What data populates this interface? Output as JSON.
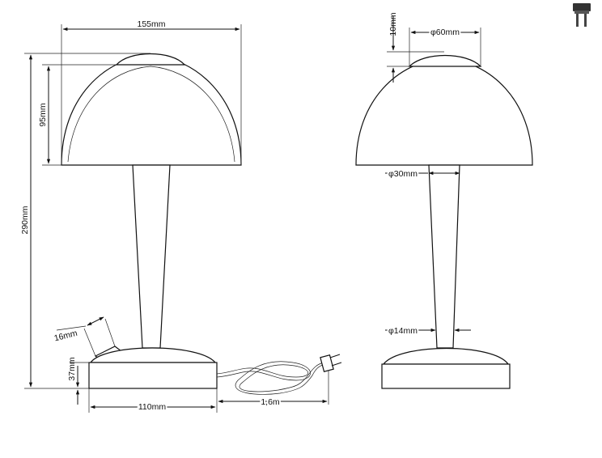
{
  "dimensions": {
    "shade_width": "155mm",
    "shade_height": "95mm",
    "total_height": "290mm",
    "switch_height": "16mm",
    "base_height": "37mm",
    "base_width": "110mm",
    "cable_length": "1,6m",
    "cap_height": "10mm",
    "cap_diameter": "φ60mm",
    "stem_top_diameter": "φ30mm",
    "stem_bottom_diameter": "φ14mm"
  },
  "icons": {
    "plug": "plug-icon"
  }
}
